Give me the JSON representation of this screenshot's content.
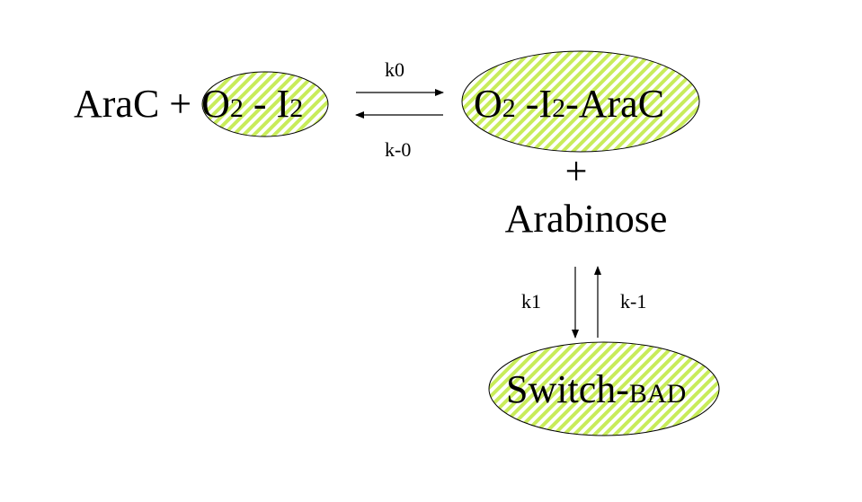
{
  "colors": {
    "hatch": "#c8ec5a",
    "background": "#ffffff"
  },
  "reaction1": {
    "reactant_a": "AraC +",
    "complex_o": "O",
    "complex_o_sub": "2",
    "complex_dash": " - I",
    "complex_i_sub": "2",
    "forward_rate": "k0",
    "reverse_rate": "k-0"
  },
  "product1": {
    "o": "O",
    "o_sub": "2",
    "mid": " -I",
    "i_sub": "2",
    "tail": "-AraC"
  },
  "plus": "+",
  "arabinose": "Arabinose",
  "reaction2": {
    "forward_rate": "k1",
    "reverse_rate": "k-1"
  },
  "product2": {
    "main": "Switch-",
    "small": "BAD"
  }
}
